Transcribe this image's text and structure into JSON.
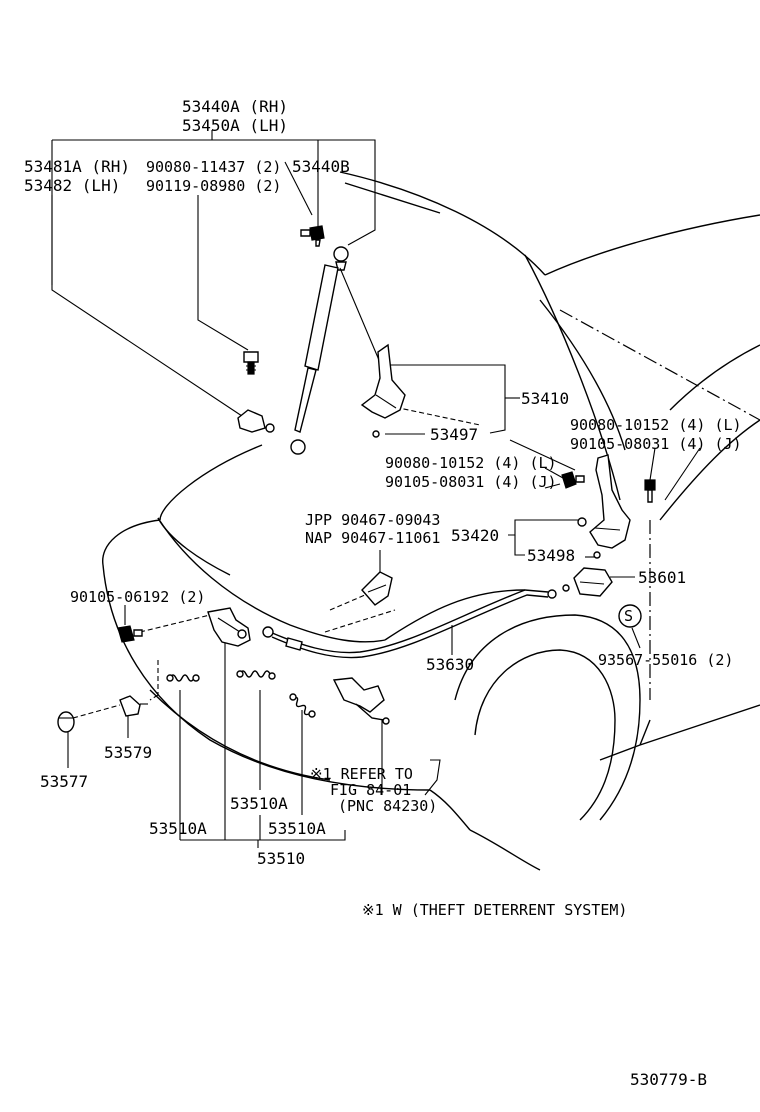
{
  "labels": {
    "strut_rh": "53440A (RH)",
    "strut_lh": "53450A (LH)",
    "bracket_rh": "53481A (RH)",
    "bracket_lh": "53482   (LH)",
    "bolt_1": "90080-11437 (2)",
    "bolt_2": "90119-08980 (2)",
    "strut_b": "53440B",
    "hinge": "53410",
    "hinge_pin": "53497",
    "bolt_l_upper": "90080-10152 (4) (L)",
    "bolt_j_upper": "90105-08031 (4) (J)",
    "bolt_l_mid": "90080-10152 (4) (L)",
    "bolt_j_mid": "90105-08031 (4) (J)",
    "jpp": "JPP 90467-09043",
    "nap": "NAP 90467-11061",
    "hinge_lh": "53420",
    "clip": "53498",
    "bolt_lock": "90105-06192 (2)",
    "lever": "53601",
    "screw": "93567-55016 (2)",
    "cable": "53630",
    "cushion": "53579",
    "cushion_cap": "53577",
    "refer_1": "※1 REFER TO",
    "refer_2": "FIG 84-01",
    "refer_3": "(PNC 84230)",
    "lock_a1": "53510A",
    "lock_a2": "53510A",
    "lock_a3": "53510A",
    "lock": "53510",
    "note": "※1 W (THEFT DETERRENT SYSTEM)",
    "figure_code": "530779-B",
    "circle_s": "S"
  },
  "icons": [
    "strut-icon",
    "hinge-icon",
    "bolt-icon",
    "clip-icon",
    "lock-icon",
    "cable-icon",
    "spring-icon",
    "cushion-icon",
    "lever-icon",
    "wire-harness-icon"
  ]
}
